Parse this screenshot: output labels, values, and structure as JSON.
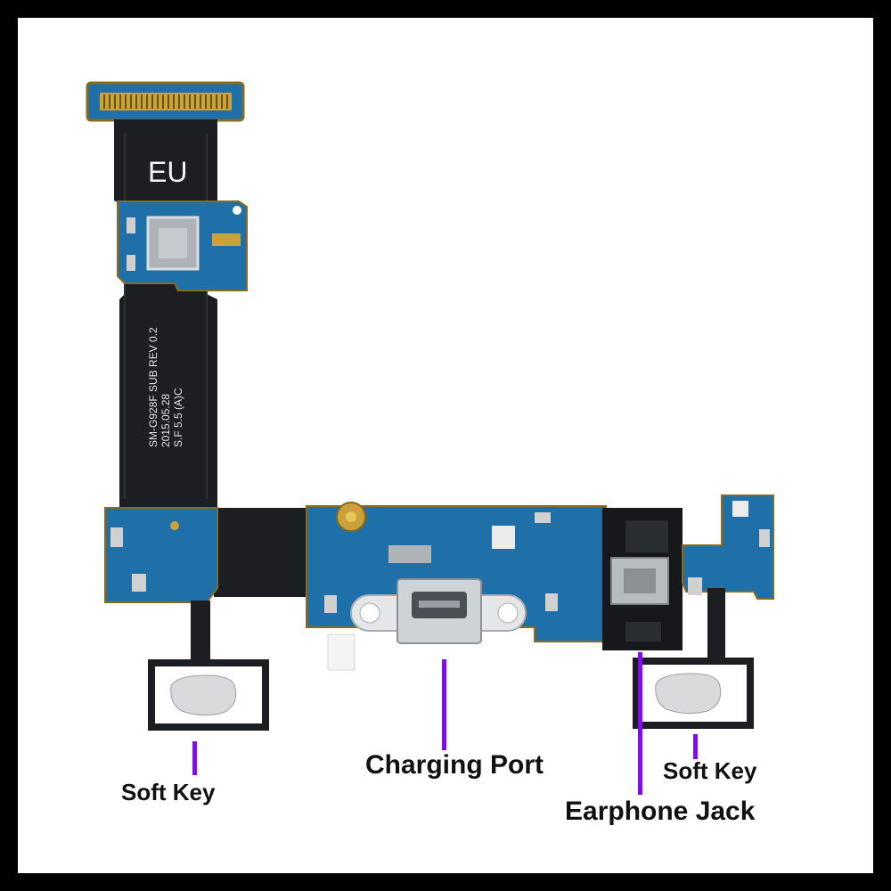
{
  "colors": {
    "frame": "#000000",
    "background": "#ffffff",
    "flex": "#1c1e21",
    "pcb": "#1f6fa8",
    "pcb_edge": "#8a6a1c",
    "pointer": "#7a12e0",
    "label_text": "#111111"
  },
  "flex_print": {
    "region": "EU",
    "part": "SM-G928F SUB REV 0.2",
    "date": "2015.05.28",
    "sf": "S.F 5.5 (A)C"
  },
  "callouts": [
    {
      "id": "soft-key-left",
      "text": "Soft Key"
    },
    {
      "id": "charging-port",
      "text": "Charging Port"
    },
    {
      "id": "earphone-jack",
      "text": "Earphone Jack"
    },
    {
      "id": "soft-key-right",
      "text": "Soft Key"
    }
  ]
}
